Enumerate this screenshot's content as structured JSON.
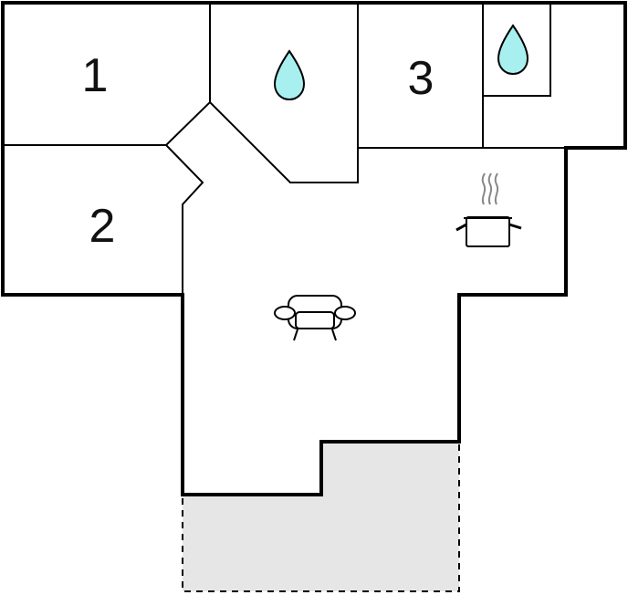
{
  "floorplan": {
    "rooms": [
      {
        "id": "room-1",
        "label": "1",
        "type": "bedroom"
      },
      {
        "id": "room-2",
        "label": "2",
        "type": "bedroom"
      },
      {
        "id": "room-3",
        "label": "3",
        "type": "bedroom"
      }
    ],
    "icons": {
      "bathroom_1": "water-drop-icon",
      "bathroom_2": "water-drop-icon",
      "kitchen": "cooking-pot-icon",
      "living": "sofa-icon"
    },
    "colors": {
      "wall": "#000000",
      "water": "#a8f0f0",
      "terrace": "#e6e6e6",
      "background": "#ffffff"
    }
  }
}
